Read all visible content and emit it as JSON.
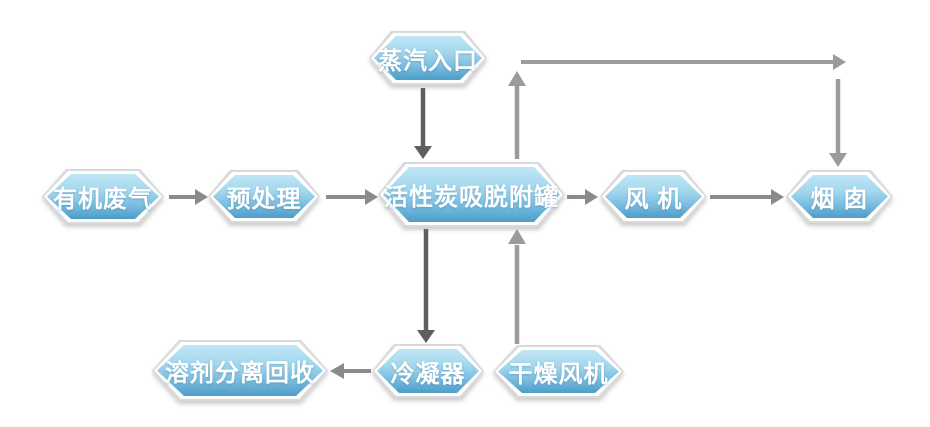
{
  "diagram": {
    "background": "#ffffff",
    "nodes": {
      "steam_inlet": {
        "label": "蒸汽入口"
      },
      "organic_waste_gas": {
        "label": "有机废气"
      },
      "pretreatment": {
        "label": "预处理"
      },
      "adsorption_tank": {
        "label": "活性炭吸脱附罐"
      },
      "fan": {
        "label": "风 机"
      },
      "chimney": {
        "label": "烟 囱"
      },
      "solvent_recovery": {
        "label": "溶剂分离回收"
      },
      "condenser": {
        "label": "冷凝器"
      },
      "drying_fan": {
        "label": "干燥风机"
      }
    },
    "edges": [
      {
        "from": "蒸汽入口",
        "to": "活性炭吸脱附罐",
        "direction": "down"
      },
      {
        "from": "有机废气",
        "to": "预处理",
        "direction": "right"
      },
      {
        "from": "预处理",
        "to": "活性炭吸脱附罐",
        "direction": "right"
      },
      {
        "from": "活性炭吸脱附罐",
        "to": "风 机",
        "direction": "right"
      },
      {
        "from": "风 机",
        "to": "烟 囱",
        "direction": "right"
      },
      {
        "from": "活性炭吸脱附罐",
        "to": "烟 囱",
        "direction": "up-right-down"
      },
      {
        "from": "活性炭吸脱附罐",
        "to": "冷凝器",
        "direction": "down"
      },
      {
        "from": "冷凝器",
        "to": "溶剂分离回收",
        "direction": "left"
      },
      {
        "from": "干燥风机",
        "to": "活性炭吸脱附罐",
        "direction": "up"
      }
    ],
    "colors": {
      "node_gradient_top": "#bfe5f5",
      "node_gradient_bottom": "#4f9cc6",
      "node_border_inner": "#ffffff",
      "node_border_outer": "#d9d9d9",
      "node_text": "#ffffff",
      "arrow_dark": "#5e5e5e",
      "arrow_medium": "#8b8b8b",
      "arrow_light": "#9b9b9b"
    }
  }
}
